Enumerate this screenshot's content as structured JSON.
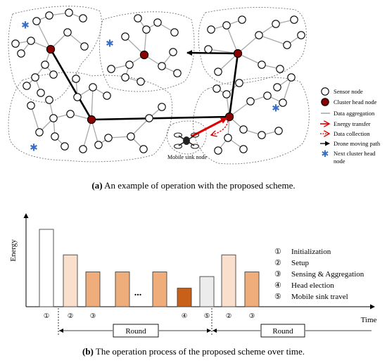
{
  "panel_a": {
    "caption_label": "(a)",
    "caption_text": " An example of operation with the proposed scheme.",
    "mobile_sink_label": "Mobile sink node",
    "legend": [
      {
        "key": "sensor",
        "label": "Sensor node"
      },
      {
        "key": "cluster_head",
        "label": "Cluster head node"
      },
      {
        "key": "data_aggregation",
        "label": "Data aggregation"
      },
      {
        "key": "energy_transfer",
        "label": "Energy transfer"
      },
      {
        "key": "data_collection",
        "label": "Data collection"
      },
      {
        "key": "drone_path",
        "label": "Drone moving path"
      },
      {
        "key": "next_head",
        "label": "Next cluster head node",
        "label_line1": "Next cluster head",
        "label_line2": "node"
      }
    ],
    "colors": {
      "cluster_head": "#8b0000",
      "next_head": "#3a6fc4",
      "aggregation": "#a8a8a8",
      "energy_transfer": "#dd0000",
      "drone_path": "#000000"
    }
  },
  "panel_b": {
    "caption_label": "(b)",
    "caption_text": " The operation process of the proposed scheme over time.",
    "ylabel": "Energy",
    "xlabel": "Time",
    "ellipsis": "...",
    "round_label": "Round",
    "steps": [
      {
        "num": "①",
        "label": "Initialization"
      },
      {
        "num": "②",
        "label": "Setup"
      },
      {
        "num": "③",
        "label": "Sensing & Aggregation"
      },
      {
        "num": "④",
        "label": "Head election"
      },
      {
        "num": "⑤",
        "label": "Mobile sink travel"
      }
    ]
  },
  "chart_data": {
    "type": "bar",
    "xlabel": "Time",
    "ylabel": "Energy",
    "categories": [
      "①",
      "②",
      "③",
      "",
      "",
      "④",
      "⑤",
      "②",
      "③"
    ],
    "values": [
      1.0,
      0.67,
      0.45,
      0.45,
      0.45,
      0.24,
      0.39,
      0.67,
      0.45
    ],
    "colors": [
      "#ffffff",
      "#fae0cc",
      "#f0ad7c",
      "#f0ad7c",
      "#f0ad7c",
      "#c8601a",
      "#ececec",
      "#fae0cc",
      "#f0ad7c"
    ]
  }
}
